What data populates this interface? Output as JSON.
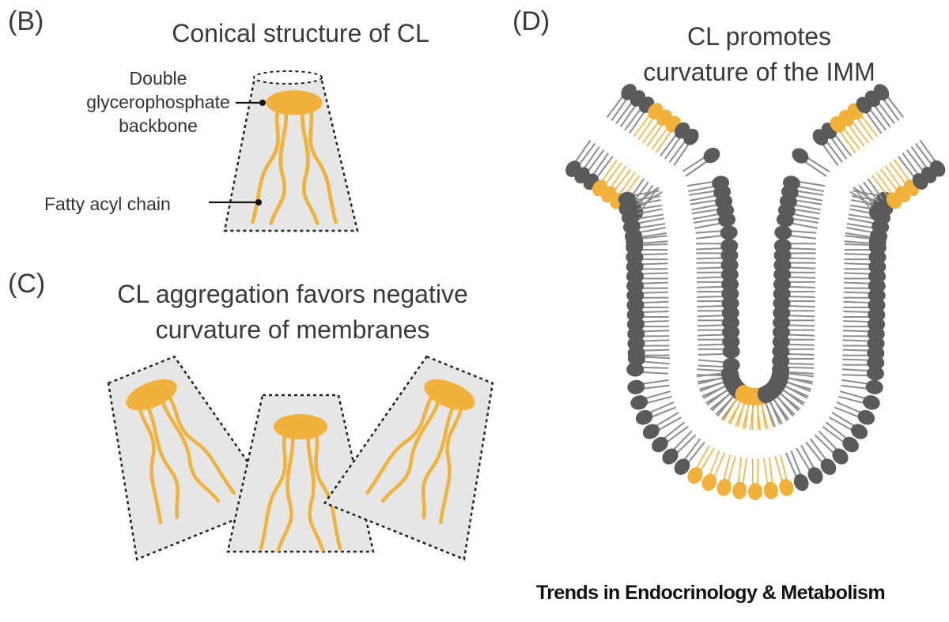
{
  "panel_b": {
    "label": "(B)",
    "title": "Conical structure of CL",
    "label_backbone_lines": [
      "Double",
      "glycerophosphate",
      "backbone"
    ],
    "label_chain": "Fatty acyl chain"
  },
  "panel_c": {
    "label": "(C)",
    "title_lines": [
      "CL aggregation favors negative",
      "curvature of membranes"
    ]
  },
  "panel_d": {
    "label": "(D)",
    "title_lines": [
      "CL promotes",
      "curvature of the IMM"
    ]
  },
  "footer": "Trends in Endocrinology & Metabolism",
  "colors": {
    "cl_orange": "#F2B13A",
    "lipid_head_gray": "#5a5a5a",
    "cone_fill": "#e8e8e8",
    "outline": "#222222"
  }
}
